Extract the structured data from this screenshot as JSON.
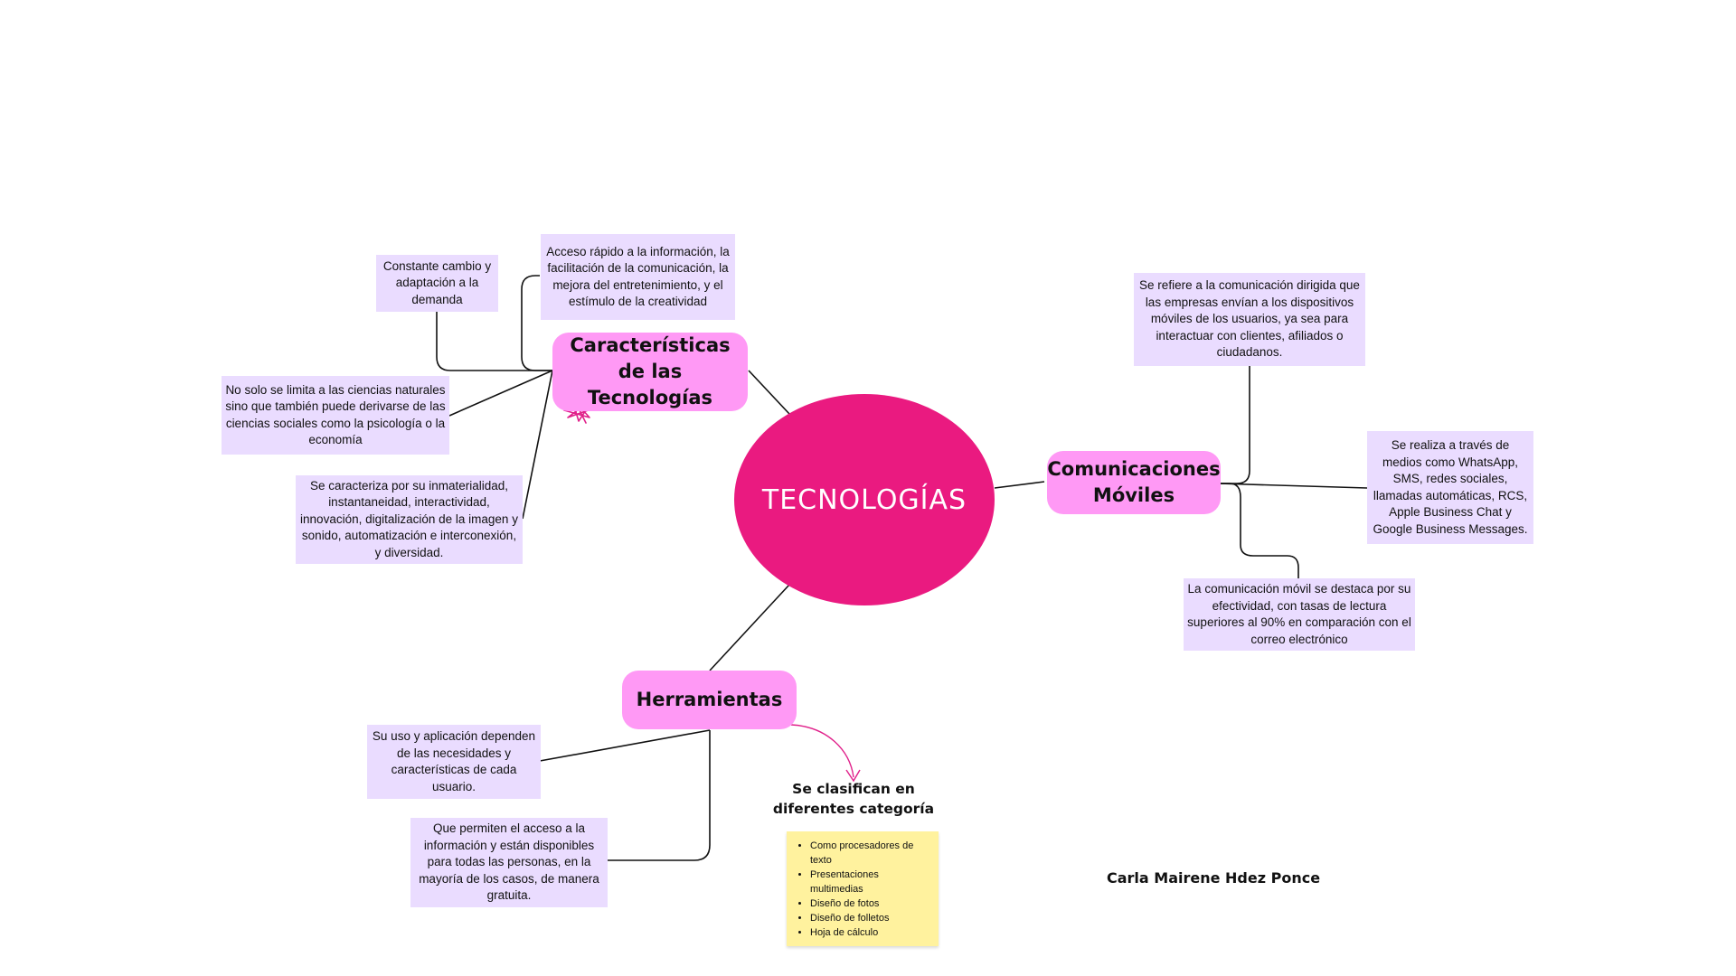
{
  "center": {
    "title": "TECNOLOGÍAS"
  },
  "topics": {
    "caracteristicas": "Características de las Tecnologías",
    "comunicaciones": "Comunicaciones Móviles",
    "herramientas": "Herramientas"
  },
  "notes": {
    "constante": "Constante cambio y adaptación a la demanda",
    "acceso": "Acceso rápido a la información, la facilitación de la comunicación, la mejora del entretenimiento, y el estímulo de la creatividad",
    "ciencias": "No solo se limita a las ciencias naturales sino que también puede derivarse de las ciencias sociales como la psicología o la economía",
    "inmaterialidad": "Se caracteriza por su inmaterialidad, instantaneidad, interactividad, innovación, digitalización de la imagen y sonido, automatización e interconexión, y diversidad.",
    "refiere": "Se refiere a la comunicación dirigida que las empresas envían a los dispositivos móviles de los usuarios, ya sea para interactuar con clientes, afiliados o ciudadanos.",
    "medios": "Se realiza a través de medios como WhatsApp, SMS, redes sociales, llamadas automáticas, RCS, Apple Business Chat y Google Business Messages.",
    "efectividad": "La comunicación móvil se destaca por su efectividad, con tasas de lectura superiores al 90% en comparación con el correo electrónico",
    "uso": "Su uso y aplicación dependen de las necesidades y características de cada usuario.",
    "permiten": "Que permiten el acceso a la información y están disponibles para todas las personas, en la mayoría de los casos, de manera gratuita."
  },
  "clasifican": {
    "label": "Se clasifican en diferentes categoría"
  },
  "sticky": {
    "items": [
      "Como procesadores de texto",
      "Presentaciones multimedias",
      "Diseño de fotos",
      "Diseño de folletos",
      "Hoja de cálculo"
    ]
  },
  "author": "Carla Mairene Hdez Ponce",
  "colors": {
    "center": "#ea1a80",
    "topic": "#ff99f5",
    "note": "#eadcff",
    "sticky": "#fff29e",
    "accent": "#e0208a"
  }
}
